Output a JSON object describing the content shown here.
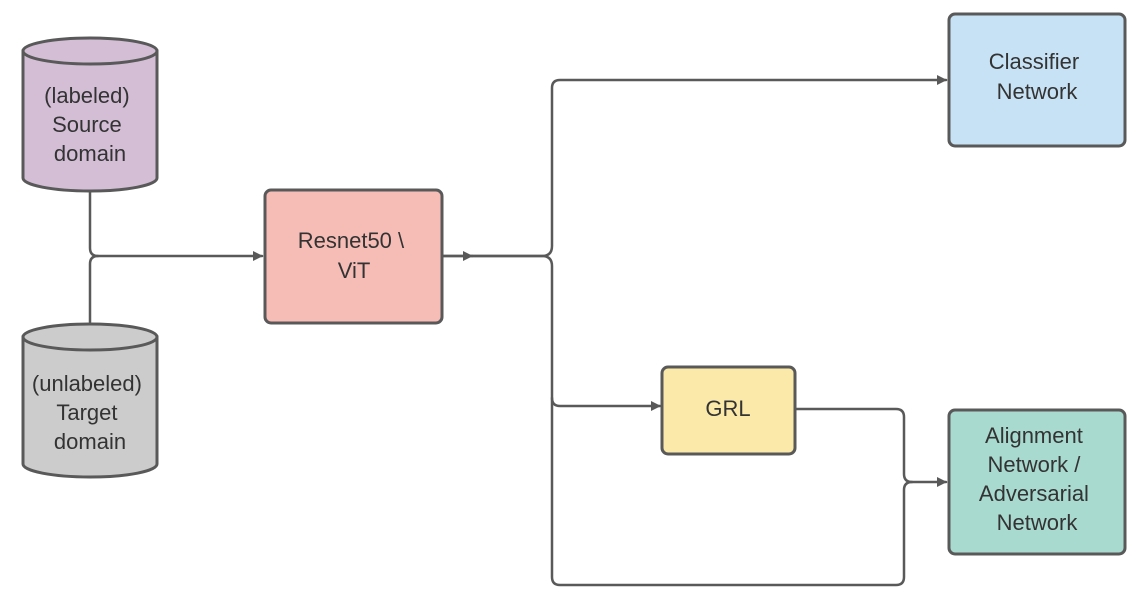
{
  "nodes": {
    "source": {
      "lines": [
        "(labeled)",
        "Source",
        "domain"
      ],
      "color": "#d3bed6"
    },
    "target": {
      "lines": [
        "(unlabeled)",
        "Target",
        "domain"
      ],
      "color": "#cccccc"
    },
    "backbone": {
      "lines": [
        "Resnet50 \\",
        "ViT"
      ],
      "color": "#f6bdb7"
    },
    "classifier": {
      "lines": [
        "Classifier",
        "Network"
      ],
      "color": "#c8e2f5"
    },
    "grl": {
      "lines": [
        "GRL"
      ],
      "color": "#fbe9a9"
    },
    "alignment": {
      "lines": [
        "Alignment",
        "Network /",
        "Adversarial",
        "Network"
      ],
      "color": "#a9dacf"
    }
  },
  "edges": [
    {
      "from": "source",
      "to": "backbone"
    },
    {
      "from": "target",
      "to": "backbone"
    },
    {
      "from": "backbone",
      "to": "classifier"
    },
    {
      "from": "backbone",
      "to": "grl"
    },
    {
      "from": "backbone",
      "to": "alignment"
    },
    {
      "from": "grl",
      "to": "alignment"
    }
  ],
  "colors": {
    "stroke": "#595959",
    "text": "#333333"
  }
}
